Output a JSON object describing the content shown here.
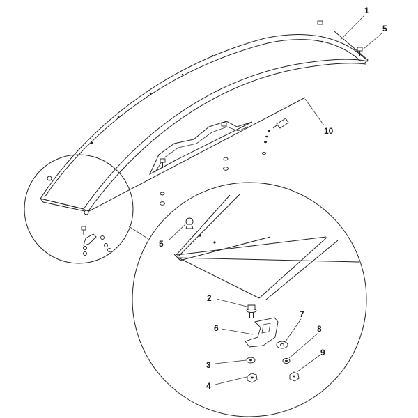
{
  "callouts": {
    "c1": "1",
    "c5_top": "5",
    "c10": "10",
    "c5_detail": "5",
    "c2": "2",
    "c6": "6",
    "c7": "7",
    "c8": "8",
    "c3": "3",
    "c9": "9",
    "c4": "4"
  },
  "colors": {
    "line": "#222222",
    "background": "#ffffff"
  }
}
